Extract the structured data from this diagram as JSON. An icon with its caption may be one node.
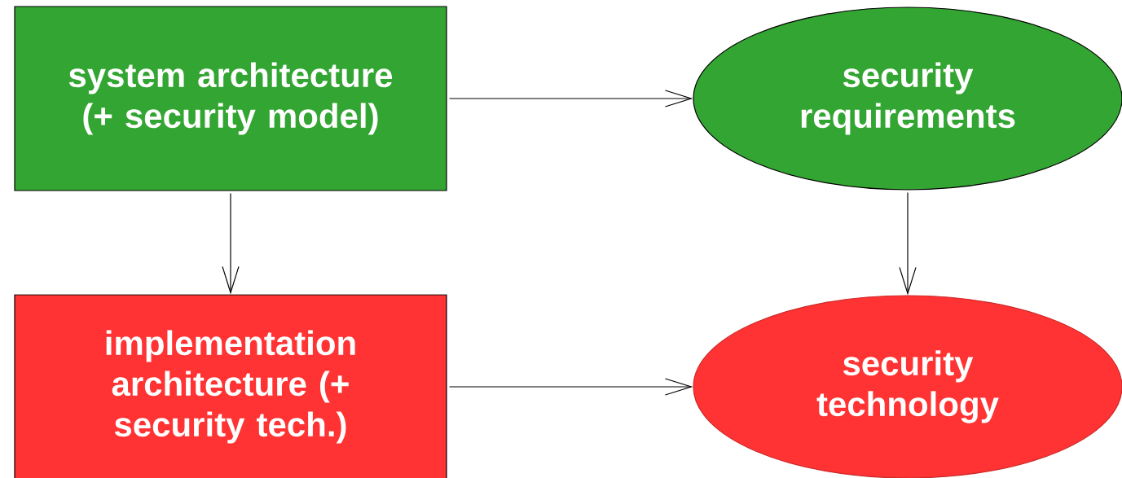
{
  "diagram": {
    "nodes": [
      {
        "text": [
          "system architecture (+ security model)"
        ]
      },
      {
        "text": [
          "security requirements"
        ]
      },
      {
        "text": [
          "implementation architecture (+ security tech.)"
        ]
      },
      {
        "text": [
          "security technology"
        ]
      }
    ],
    "edges": [
      {
        "from": 0,
        "to": 1,
        "arrow": "to"
      },
      {
        "from": 0,
        "to": 2,
        "arrow": "to"
      },
      {
        "from": 1,
        "to": 3,
        "arrow": "to"
      },
      {
        "from": 2,
        "to": 3,
        "arrow": "to"
      }
    ]
  }
}
